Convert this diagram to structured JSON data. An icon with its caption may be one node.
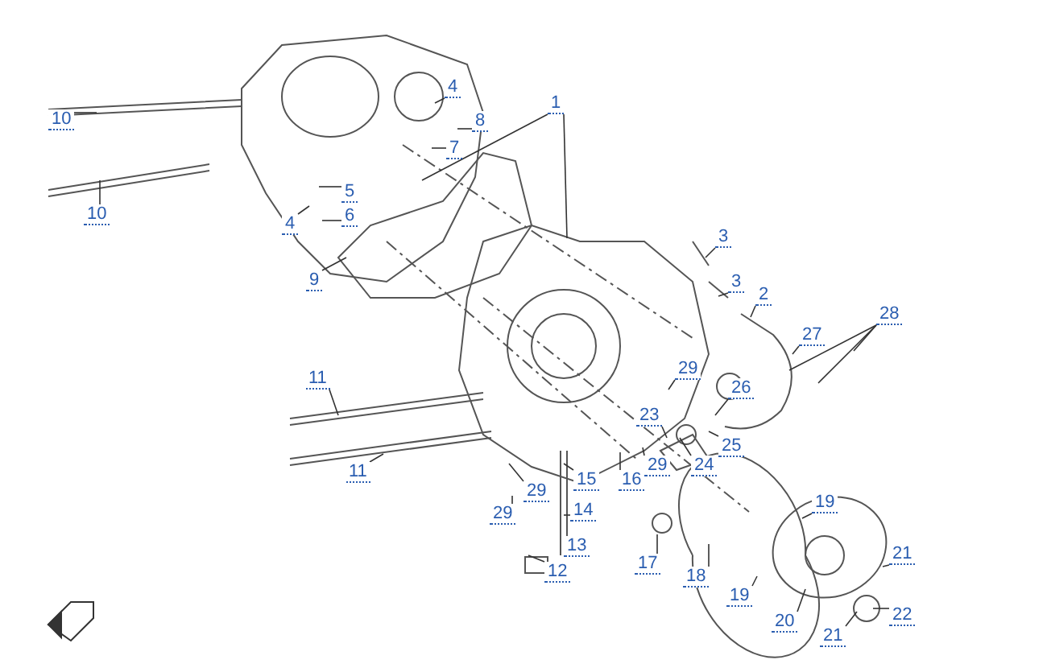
{
  "diagram": {
    "nodes": [
      {
        "text": [
          "1"
        ]
      },
      {
        "text": [
          "4"
        ]
      },
      {
        "text": [
          "8"
        ]
      },
      {
        "text": [
          "7"
        ]
      },
      {
        "text": [
          "10"
        ]
      },
      {
        "text": [
          "10"
        ]
      },
      {
        "text": [
          "5"
        ]
      },
      {
        "text": [
          "6"
        ]
      },
      {
        "text": [
          "4"
        ]
      },
      {
        "text": [
          "9"
        ]
      },
      {
        "text": [
          "3"
        ]
      },
      {
        "text": [
          "3"
        ]
      },
      {
        "text": [
          "2"
        ]
      },
      {
        "text": [
          "28"
        ]
      },
      {
        "text": [
          "27"
        ]
      },
      {
        "text": [
          "29"
        ]
      },
      {
        "text": [
          "26"
        ]
      },
      {
        "text": [
          "11"
        ]
      },
      {
        "text": [
          "23"
        ]
      },
      {
        "text": [
          "25"
        ]
      },
      {
        "text": [
          "24"
        ]
      },
      {
        "text": [
          "29"
        ]
      },
      {
        "text": [
          "16"
        ]
      },
      {
        "text": [
          "11"
        ]
      },
      {
        "text": [
          "15"
        ]
      },
      {
        "text": [
          "29"
        ]
      },
      {
        "text": [
          "19"
        ]
      },
      {
        "text": [
          "29"
        ]
      },
      {
        "text": [
          "14"
        ]
      },
      {
        "text": [
          "13"
        ]
      },
      {
        "text": [
          "12"
        ]
      },
      {
        "text": [
          "17"
        ]
      },
      {
        "text": [
          "18"
        ]
      },
      {
        "text": [
          "21"
        ]
      },
      {
        "text": [
          "19"
        ]
      },
      {
        "text": [
          "22"
        ]
      },
      {
        "text": [
          "20"
        ]
      },
      {
        "text": [
          "21"
        ]
      }
    ],
    "edges": [
      {
        "from": 0,
        "to": null,
        "arrow": "none"
      },
      {
        "from": 0,
        "to": null,
        "arrow": "none"
      },
      {
        "from": 1,
        "to": null,
        "arrow": "none"
      },
      {
        "from": 2,
        "to": null,
        "arrow": "none"
      },
      {
        "from": 3,
        "to": null,
        "arrow": "none"
      },
      {
        "from": 4,
        "to": null,
        "arrow": "none"
      },
      {
        "from": 5,
        "to": null,
        "arrow": "none"
      },
      {
        "from": 6,
        "to": null,
        "arrow": "none"
      },
      {
        "from": 7,
        "to": null,
        "arrow": "none"
      },
      {
        "from": 8,
        "to": null,
        "arrow": "none"
      },
      {
        "from": 9,
        "to": null,
        "arrow": "none"
      },
      {
        "from": 10,
        "to": null,
        "arrow": "none"
      },
      {
        "from": 11,
        "to": null,
        "arrow": "none"
      },
      {
        "from": 12,
        "to": null,
        "arrow": "none"
      },
      {
        "from": 13,
        "to": null,
        "arrow": "none"
      },
      {
        "from": 13,
        "to": null,
        "arrow": "none"
      },
      {
        "from": 13,
        "to": null,
        "arrow": "none"
      },
      {
        "from": 14,
        "to": null,
        "arrow": "none"
      },
      {
        "from": 15,
        "to": null,
        "arrow": "none"
      },
      {
        "from": 16,
        "to": null,
        "arrow": "none"
      },
      {
        "from": 17,
        "to": null,
        "arrow": "none"
      },
      {
        "from": 18,
        "to": null,
        "arrow": "none"
      },
      {
        "from": 19,
        "to": null,
        "arrow": "none"
      },
      {
        "from": 20,
        "to": null,
        "arrow": "none"
      },
      {
        "from": 21,
        "to": null,
        "arrow": "none"
      },
      {
        "from": 22,
        "to": null,
        "arrow": "none"
      },
      {
        "from": 23,
        "to": null,
        "arrow": "none"
      },
      {
        "from": 24,
        "to": null,
        "arrow": "none"
      },
      {
        "from": 25,
        "to": null,
        "arrow": "none"
      },
      {
        "from": 26,
        "to": null,
        "arrow": "none"
      },
      {
        "from": 27,
        "to": null,
        "arrow": "none"
      },
      {
        "from": 28,
        "to": null,
        "arrow": "none"
      },
      {
        "from": 29,
        "to": null,
        "arrow": "none"
      },
      {
        "from": 30,
        "to": null,
        "arrow": "none"
      },
      {
        "from": 31,
        "to": null,
        "arrow": "none"
      },
      {
        "from": 32,
        "to": null,
        "arrow": "none"
      },
      {
        "from": 33,
        "to": null,
        "arrow": "none"
      },
      {
        "from": 34,
        "to": null,
        "arrow": "none"
      },
      {
        "from": 35,
        "to": null,
        "arrow": "none"
      },
      {
        "from": 36,
        "to": null,
        "arrow": "none"
      },
      {
        "from": 37,
        "to": null,
        "arrow": "none"
      }
    ]
  }
}
